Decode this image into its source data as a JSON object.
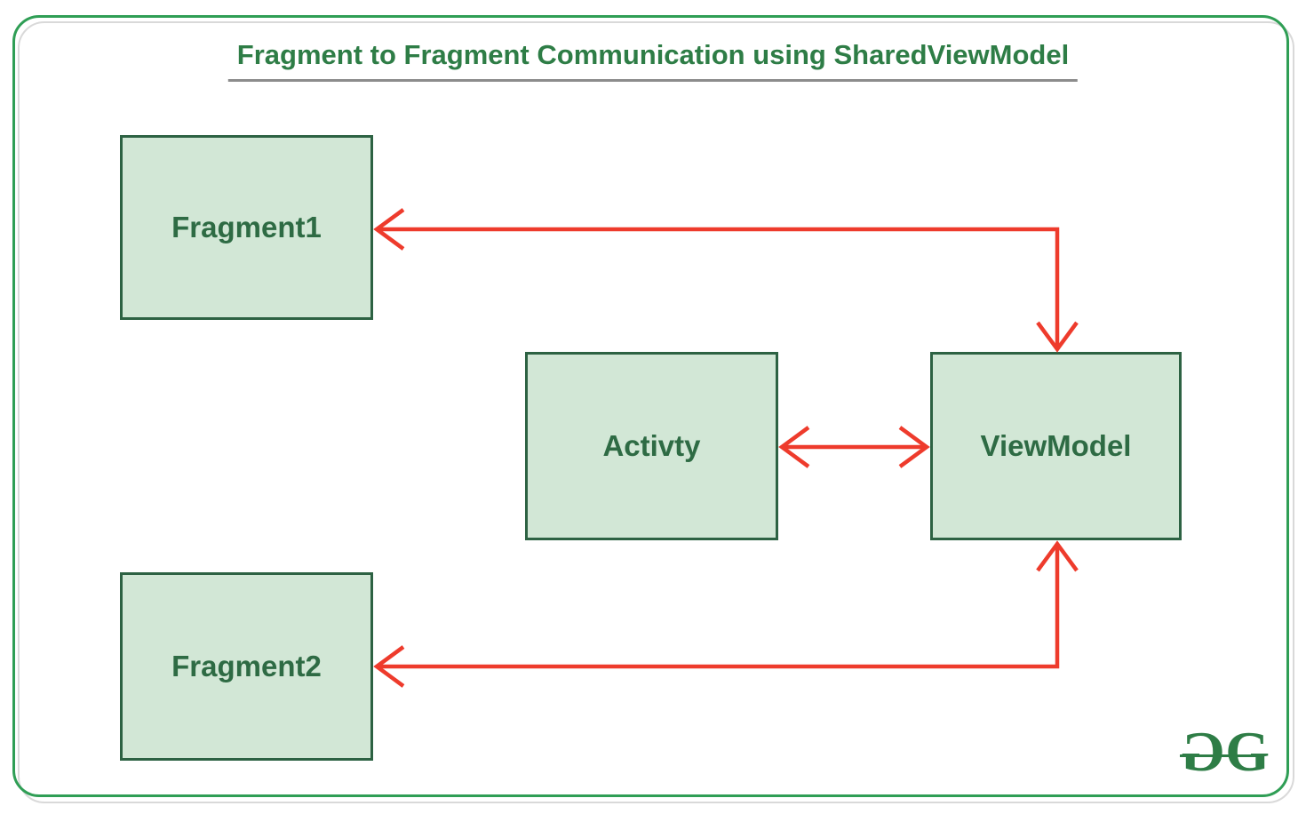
{
  "diagram": {
    "title": "Fragment to Fragment Communication using SharedViewModel",
    "nodes": [
      {
        "id": "fragment1",
        "label": "Fragment1"
      },
      {
        "id": "fragment2",
        "label": "Fragment2"
      },
      {
        "id": "activity",
        "label": "Activty"
      },
      {
        "id": "viewmodel",
        "label": "ViewModel"
      }
    ],
    "edges": [
      {
        "from": "viewmodel",
        "to": "fragment1",
        "direction": "one-way",
        "shape": "elbow"
      },
      {
        "from": "activity",
        "to": "viewmodel",
        "direction": "two-way",
        "shape": "straight"
      },
      {
        "from": "viewmodel",
        "to": "fragment2",
        "direction": "one-way",
        "shape": "elbow"
      }
    ],
    "logo": {
      "g_flipped": "G",
      "g": "G"
    },
    "colors": {
      "frame_green": "#2f9e55",
      "frame_shadow_gray": "#d9d9d9",
      "title_green": "#2e7d46",
      "title_underline_gray": "#8c8c8c",
      "node_fill": "#d2e7d6",
      "node_border": "#2d6243",
      "node_text": "#2e6b44",
      "arrow_red": "#ee3b2c",
      "logo_green": "#2e7d46"
    }
  }
}
